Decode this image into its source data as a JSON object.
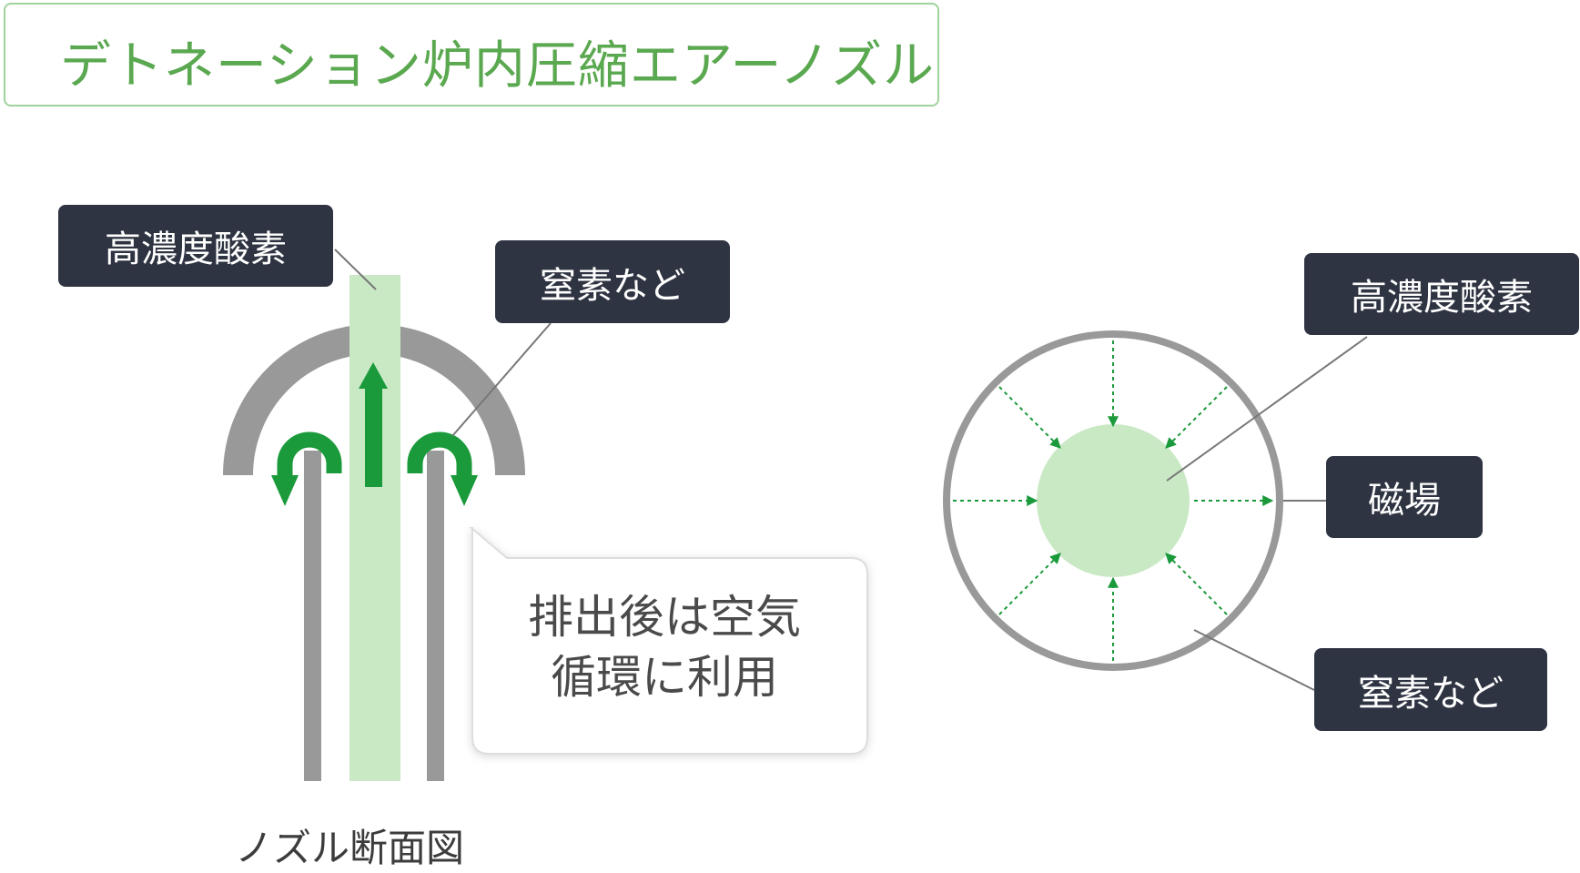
{
  "title": "デトネーション炉内圧縮エアーノズル",
  "left_diagram": {
    "oxygen_label": "高濃度酸素",
    "nitrogen_label": "窒素など",
    "bubble_text": "排出後は空気\n循環に利用",
    "caption": "ノズル断面図"
  },
  "right_diagram": {
    "oxygen_label": "高濃度酸素",
    "magnetic_label": "磁場",
    "nitrogen_label": "窒素など"
  },
  "colors": {
    "accent_green": "#1a9a3a",
    "light_green": "#c9e8c4",
    "gray": "#999999",
    "label_bg": "#2f3442",
    "title_green": "#5aa84f"
  }
}
